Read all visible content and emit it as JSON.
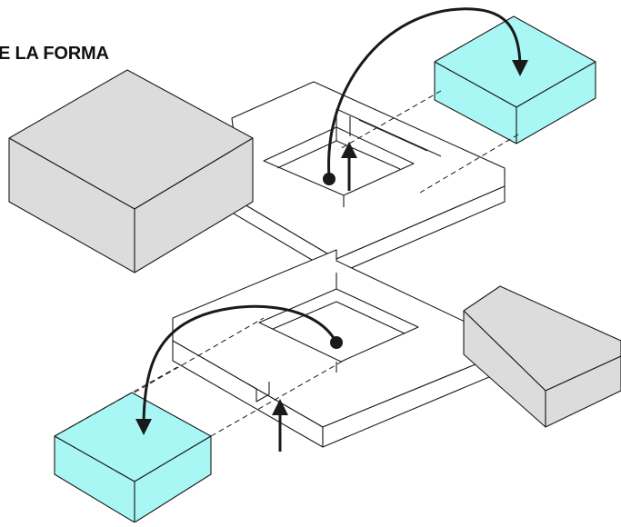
{
  "diagram": {
    "title": "E LA FORMA",
    "colors": {
      "gray_block": "#dcdcdc",
      "cyan_block": "#a8f7f4",
      "outline": "#1a1a1a",
      "white_face": "#ffffff"
    },
    "elements": {
      "upper_ring": "upper-frame",
      "lower_ring": "lower-frame",
      "left_gray_block": "gray-block-left",
      "right_gray_block": "gray-block-right",
      "upper_cyan_block": "cyan-block-upper",
      "lower_cyan_block": "cyan-block-lower",
      "arrows": [
        "move-arrow-upper",
        "move-arrow-lower",
        "push-arrow-upper",
        "push-arrow-lower"
      ]
    }
  }
}
